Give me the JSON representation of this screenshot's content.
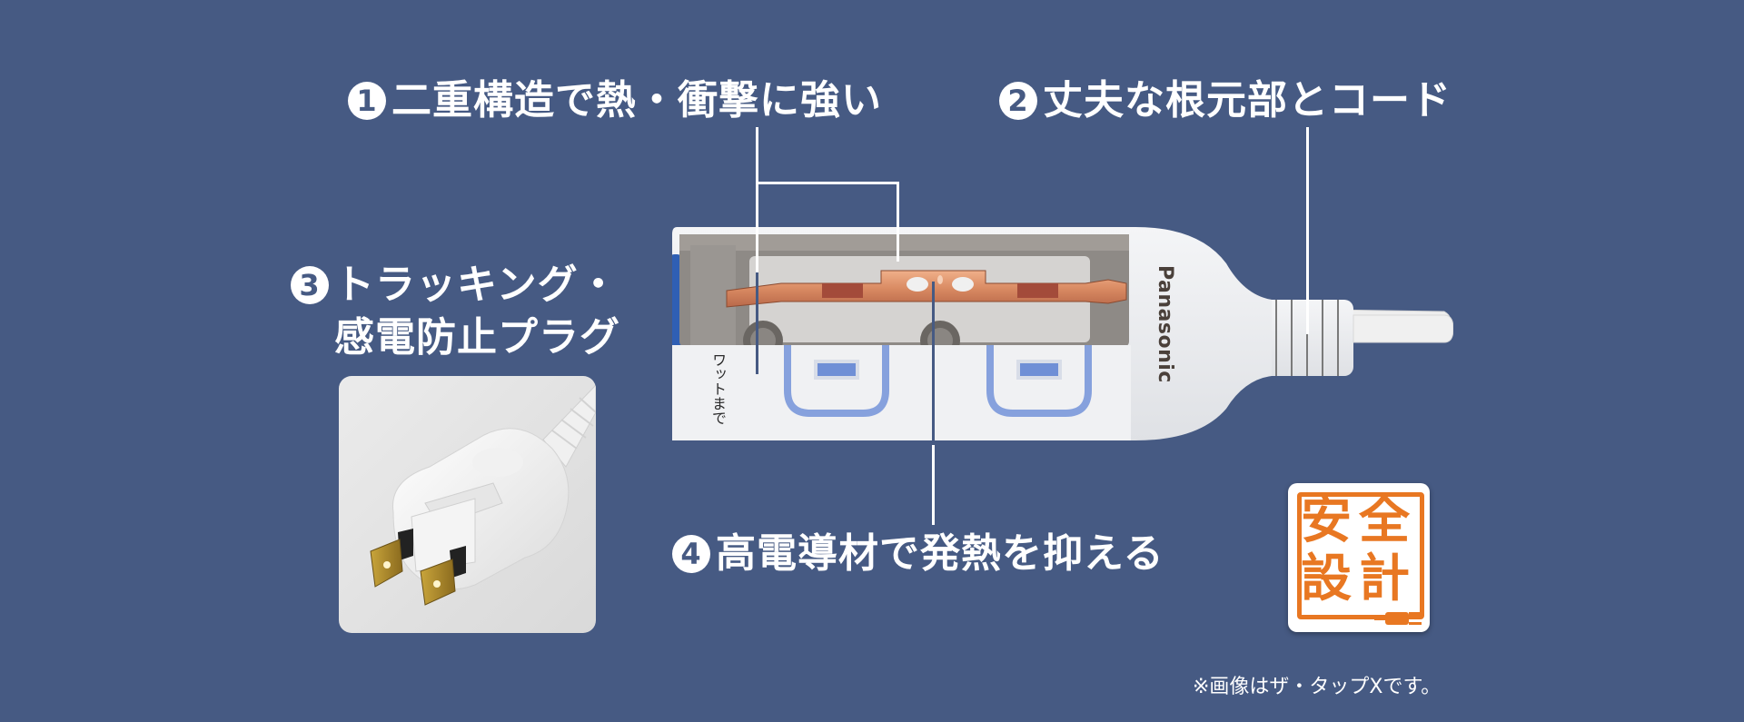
{
  "features": [
    {
      "number": "1",
      "label": "二重構造で熱・衝撃に強い"
    },
    {
      "number": "2",
      "label": "丈夫な根元部とコード"
    },
    {
      "number": "3",
      "label_line1": "トラッキング・",
      "label_line2": "感電防止プラグ"
    },
    {
      "number": "4",
      "label": "高電導材で発熱を抑える"
    }
  ],
  "product": {
    "brand": "Panasonic",
    "side_text": "ワットまで"
  },
  "badge": {
    "chars": [
      "安",
      "全",
      "設",
      "計"
    ],
    "color": "#e87722"
  },
  "footnote": "※画像はザ・タップXです。",
  "colors": {
    "background": "#465a83",
    "copper": "#d98a62",
    "outlet_blue": "#6f8fd6"
  }
}
